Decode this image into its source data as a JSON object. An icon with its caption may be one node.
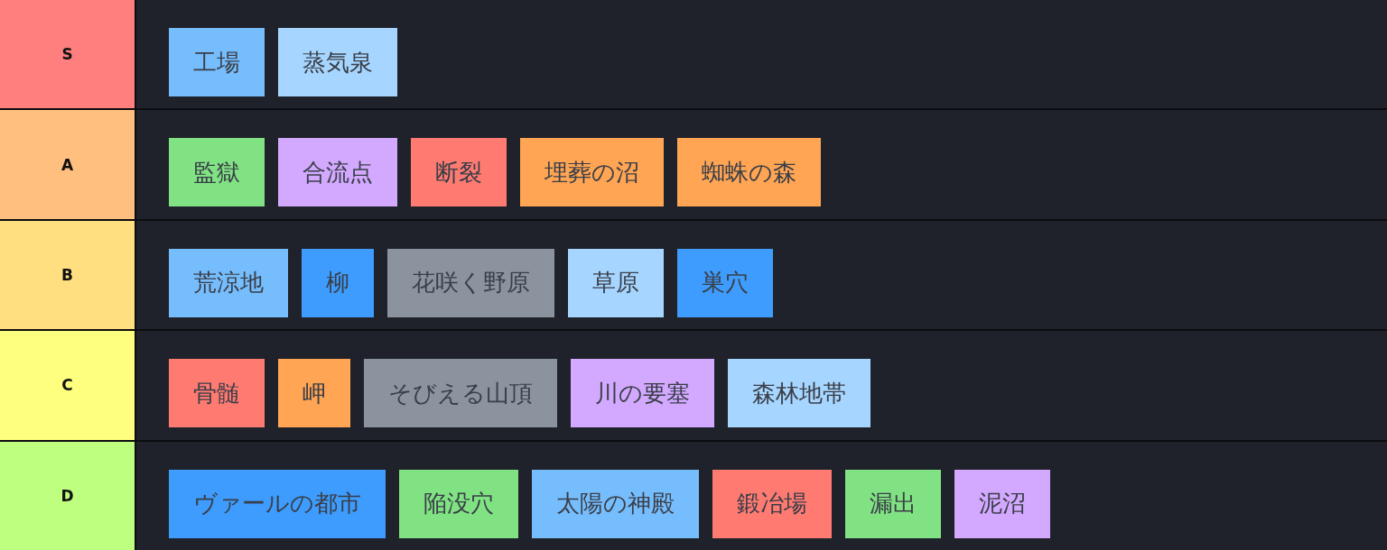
{
  "diagram": {
    "nodes": [
      {
        "text": [
          "S"
        ]
      },
      {
        "text": [
          "工場"
        ],
        "in": 0
      },
      {
        "text": [
          "蒸気泉"
        ],
        "in": 0
      },
      {
        "text": [
          "A"
        ]
      },
      {
        "text": [
          "監獄"
        ],
        "in": 3
      },
      {
        "text": [
          "合流点"
        ],
        "in": 3
      },
      {
        "text": [
          "断裂"
        ],
        "in": 3
      },
      {
        "text": [
          "埋葬の沼"
        ],
        "in": 3
      },
      {
        "text": [
          "蜘蛛の森"
        ],
        "in": 3
      },
      {
        "text": [
          "B"
        ]
      },
      {
        "text": [
          "荒涼地"
        ],
        "in": 9
      },
      {
        "text": [
          "柳"
        ],
        "in": 9
      },
      {
        "text": [
          "花咲く野原"
        ],
        "in": 9
      },
      {
        "text": [
          "草原"
        ],
        "in": 9
      },
      {
        "text": [
          "巣穴"
        ],
        "in": 9
      },
      {
        "text": [
          "C"
        ]
      },
      {
        "text": [
          "骨髄"
        ],
        "in": 15
      },
      {
        "text": [
          "岬"
        ],
        "in": 15
      },
      {
        "text": [
          "そびえる山頂"
        ],
        "in": 15
      },
      {
        "text": [
          "川の要塞"
        ],
        "in": 15
      },
      {
        "text": [
          "森林地帯"
        ],
        "in": 15
      },
      {
        "text": [
          "D"
        ]
      },
      {
        "text": [
          "ヴァールの都市"
        ],
        "in": 21
      },
      {
        "text": [
          "陥没穴"
        ],
        "in": 21
      },
      {
        "text": [
          "太陽の神殿"
        ],
        "in": 21
      },
      {
        "text": [
          "鍛冶場"
        ],
        "in": 21
      },
      {
        "text": [
          "漏出"
        ],
        "in": 21
      },
      {
        "text": [
          "泥沼"
        ],
        "in": 21
      }
    ]
  }
}
